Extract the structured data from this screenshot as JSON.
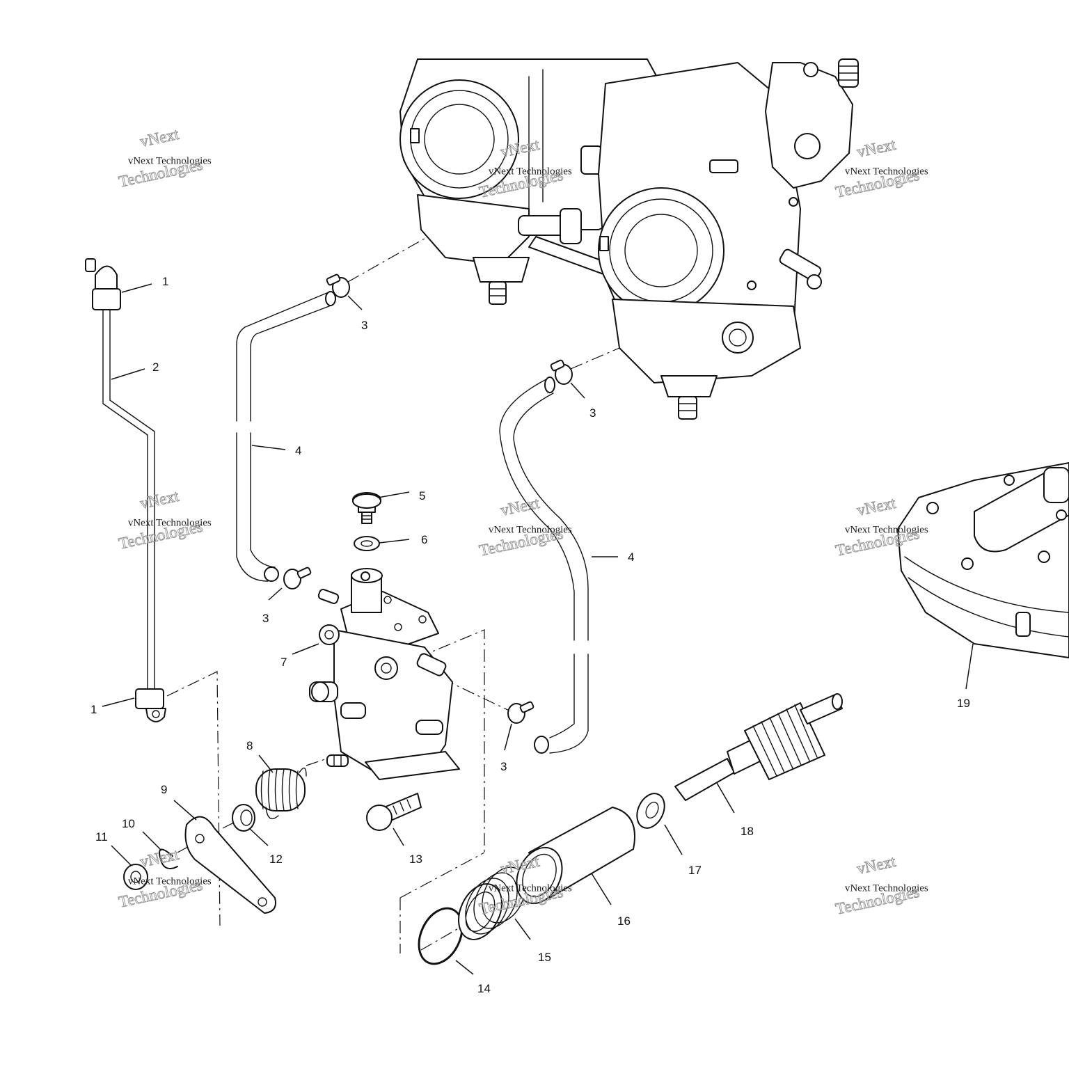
{
  "watermark": {
    "line1": "vNext",
    "line2": "vNext Technologies",
    "line3": "Technologies"
  },
  "callouts": {
    "c1a": "1",
    "c1b": "1",
    "c2": "2",
    "c3a": "3",
    "c3b": "3",
    "c3c": "3",
    "c3d": "3",
    "c4a": "4",
    "c4b": "4",
    "c5": "5",
    "c6": "6",
    "c7": "7",
    "c8": "8",
    "c9": "9",
    "c10": "10",
    "c11": "11",
    "c12": "12",
    "c13": "13",
    "c14": "14",
    "c15": "15",
    "c16": "16",
    "c17": "17",
    "c18": "18",
    "c19": "19"
  }
}
